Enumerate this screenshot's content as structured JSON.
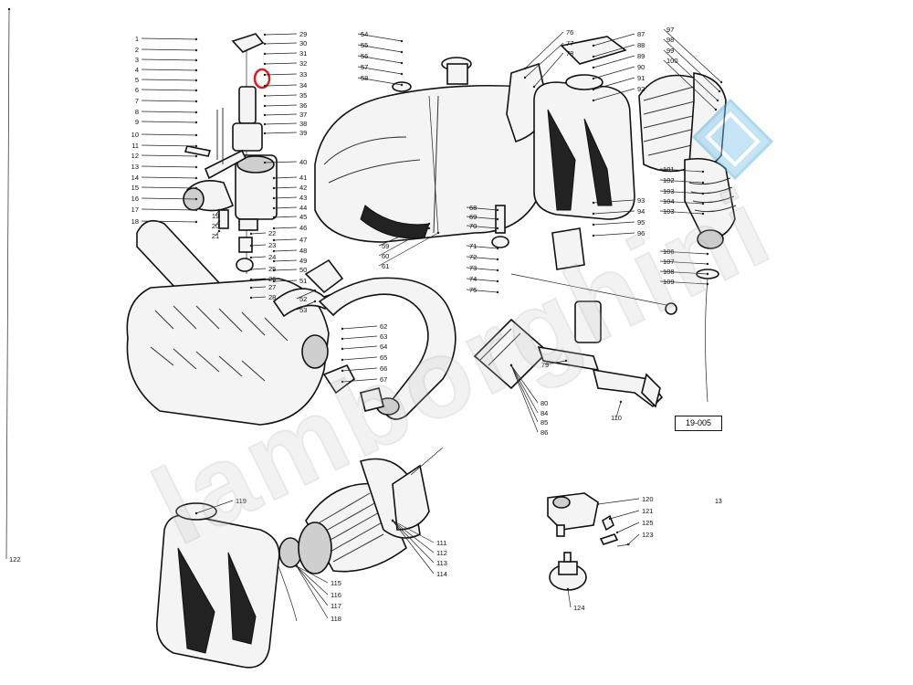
{
  "diagram": {
    "code": "19-005",
    "subsection_mark": "13",
    "watermark_text": "lamborghini",
    "highlight_color": "#d42020",
    "callouts": [
      {
        "n": "1"
      },
      {
        "n": "2"
      },
      {
        "n": "3"
      },
      {
        "n": "4"
      },
      {
        "n": "5"
      },
      {
        "n": "6"
      },
      {
        "n": "7"
      },
      {
        "n": "8"
      },
      {
        "n": "9"
      },
      {
        "n": "10"
      },
      {
        "n": "11"
      },
      {
        "n": "12"
      },
      {
        "n": "13"
      },
      {
        "n": "14"
      },
      {
        "n": "15"
      },
      {
        "n": "16"
      },
      {
        "n": "17"
      },
      {
        "n": "18"
      },
      {
        "n": "19"
      },
      {
        "n": "20"
      },
      {
        "n": "21"
      },
      {
        "n": "22"
      },
      {
        "n": "23"
      },
      {
        "n": "24"
      },
      {
        "n": "25"
      },
      {
        "n": "26"
      },
      {
        "n": "27"
      },
      {
        "n": "28"
      },
      {
        "n": "29"
      },
      {
        "n": "30"
      },
      {
        "n": "31"
      },
      {
        "n": "32"
      },
      {
        "n": "33"
      },
      {
        "n": "34"
      },
      {
        "n": "35"
      },
      {
        "n": "36"
      },
      {
        "n": "37"
      },
      {
        "n": "38"
      },
      {
        "n": "39"
      },
      {
        "n": "40"
      },
      {
        "n": "41"
      },
      {
        "n": "42"
      },
      {
        "n": "43"
      },
      {
        "n": "44"
      },
      {
        "n": "45"
      },
      {
        "n": "46"
      },
      {
        "n": "47"
      },
      {
        "n": "48"
      },
      {
        "n": "49"
      },
      {
        "n": "50"
      },
      {
        "n": "51"
      },
      {
        "n": "52"
      },
      {
        "n": "53"
      },
      {
        "n": "54"
      },
      {
        "n": "55"
      },
      {
        "n": "56"
      },
      {
        "n": "57"
      },
      {
        "n": "58"
      },
      {
        "n": "59"
      },
      {
        "n": "60"
      },
      {
        "n": "61"
      },
      {
        "n": "62"
      },
      {
        "n": "63"
      },
      {
        "n": "64"
      },
      {
        "n": "65"
      },
      {
        "n": "66"
      },
      {
        "n": "67"
      },
      {
        "n": "68"
      },
      {
        "n": "69"
      },
      {
        "n": "70"
      },
      {
        "n": "71"
      },
      {
        "n": "72"
      },
      {
        "n": "73"
      },
      {
        "n": "74"
      },
      {
        "n": "75"
      },
      {
        "n": "76"
      },
      {
        "n": "77"
      },
      {
        "n": "78"
      },
      {
        "n": "79"
      },
      {
        "n": "80"
      },
      {
        "n": "84"
      },
      {
        "n": "85"
      },
      {
        "n": "86"
      },
      {
        "n": "87"
      },
      {
        "n": "88"
      },
      {
        "n": "89"
      },
      {
        "n": "90"
      },
      {
        "n": "91"
      },
      {
        "n": "92"
      },
      {
        "n": "93"
      },
      {
        "n": "94"
      },
      {
        "n": "95"
      },
      {
        "n": "96"
      },
      {
        "n": "97"
      },
      {
        "n": "98"
      },
      {
        "n": "99"
      },
      {
        "n": "100"
      },
      {
        "n": "101"
      },
      {
        "n": "102"
      },
      {
        "n": "103"
      },
      {
        "n": "104"
      },
      {
        "n": "103"
      },
      {
        "n": "106"
      },
      {
        "n": "107"
      },
      {
        "n": "108"
      },
      {
        "n": "109"
      },
      {
        "n": "110"
      },
      {
        "n": "111"
      },
      {
        "n": "112"
      },
      {
        "n": "113"
      },
      {
        "n": "114"
      },
      {
        "n": "115"
      },
      {
        "n": "116"
      },
      {
        "n": "117"
      },
      {
        "n": "118"
      },
      {
        "n": "119"
      },
      {
        "n": "120"
      },
      {
        "n": "121"
      },
      {
        "n": "125"
      },
      {
        "n": "123"
      },
      {
        "n": "124"
      },
      {
        "n": "122"
      }
    ]
  }
}
